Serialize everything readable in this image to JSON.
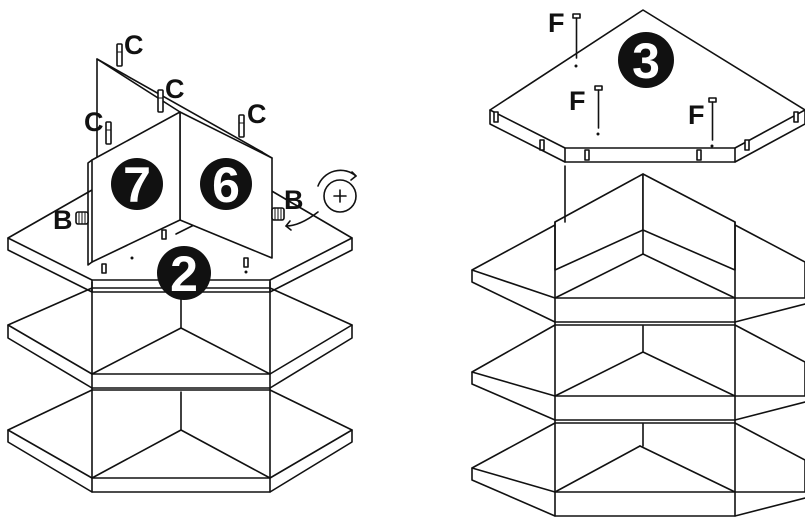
{
  "left_assembly": {
    "part_numbers": [
      "7",
      "6",
      "2"
    ],
    "hardware_labels": {
      "dowel": "C",
      "cam": "B"
    }
  },
  "right_assembly": {
    "part_numbers": [
      "3"
    ],
    "hardware_labels": {
      "screw": "F"
    }
  },
  "icons": [
    "screwdriver-rotate-icon"
  ]
}
